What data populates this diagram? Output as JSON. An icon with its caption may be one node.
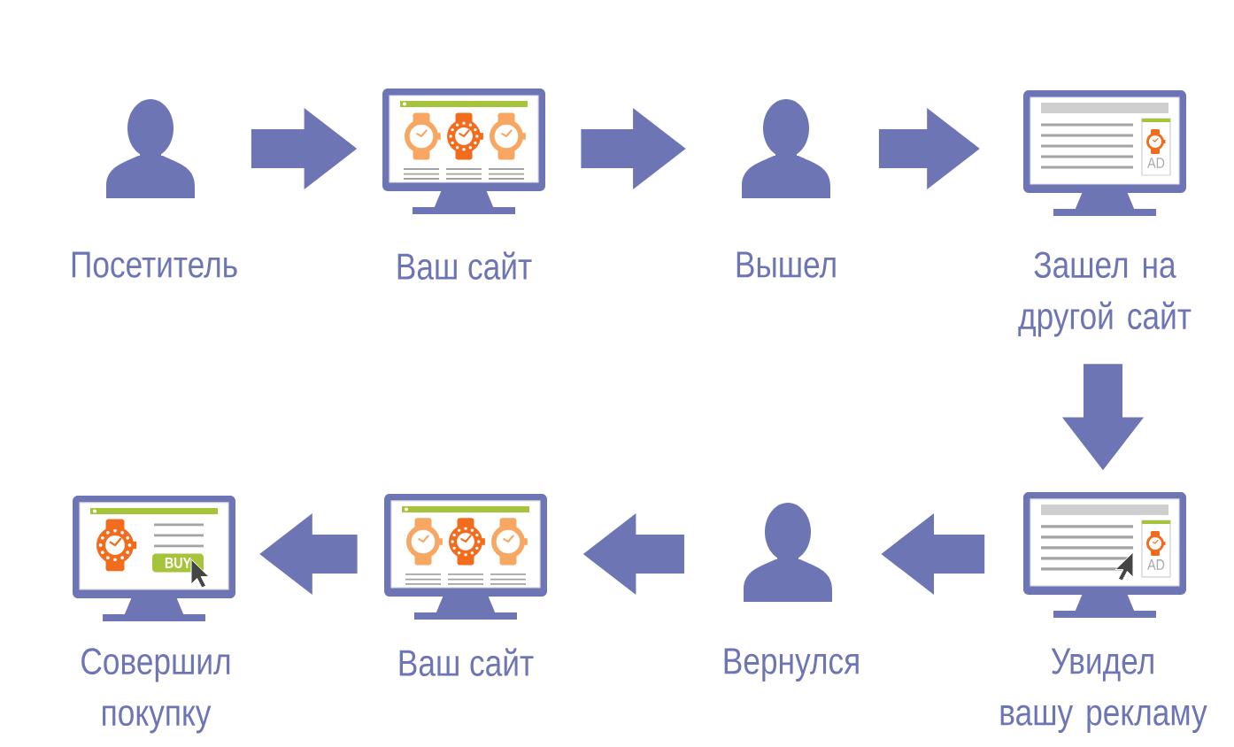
{
  "diagram": {
    "nodes": [
      {
        "text": [
          "Посетитель"
        ]
      },
      {
        "text": [
          "Ваш сайт"
        ]
      },
      {
        "text": [
          "Вышел"
        ]
      },
      {
        "text": [
          "Зашел на другой сайт"
        ]
      },
      {
        "text": [
          "Совершил покупку"
        ]
      },
      {
        "text": [
          "Ваш сайт"
        ]
      },
      {
        "text": [
          "Вернулся"
        ]
      },
      {
        "text": [
          "Увидел вашу рекламу"
        ]
      }
    ],
    "edges": [
      {
        "from": 0,
        "to": 1,
        "arrow": "to"
      },
      {
        "from": 1,
        "to": 2,
        "arrow": "to"
      },
      {
        "from": 2,
        "to": 3,
        "arrow": "to"
      },
      {
        "from": 3,
        "to": 7,
        "arrow": "to"
      },
      {
        "from": 7,
        "to": 6,
        "arrow": "to"
      },
      {
        "from": 6,
        "to": 5,
        "arrow": "to"
      },
      {
        "from": 5,
        "to": 4,
        "arrow": "to"
      }
    ],
    "labels": [
      "AD",
      "BUY",
      "AD"
    ]
  }
}
